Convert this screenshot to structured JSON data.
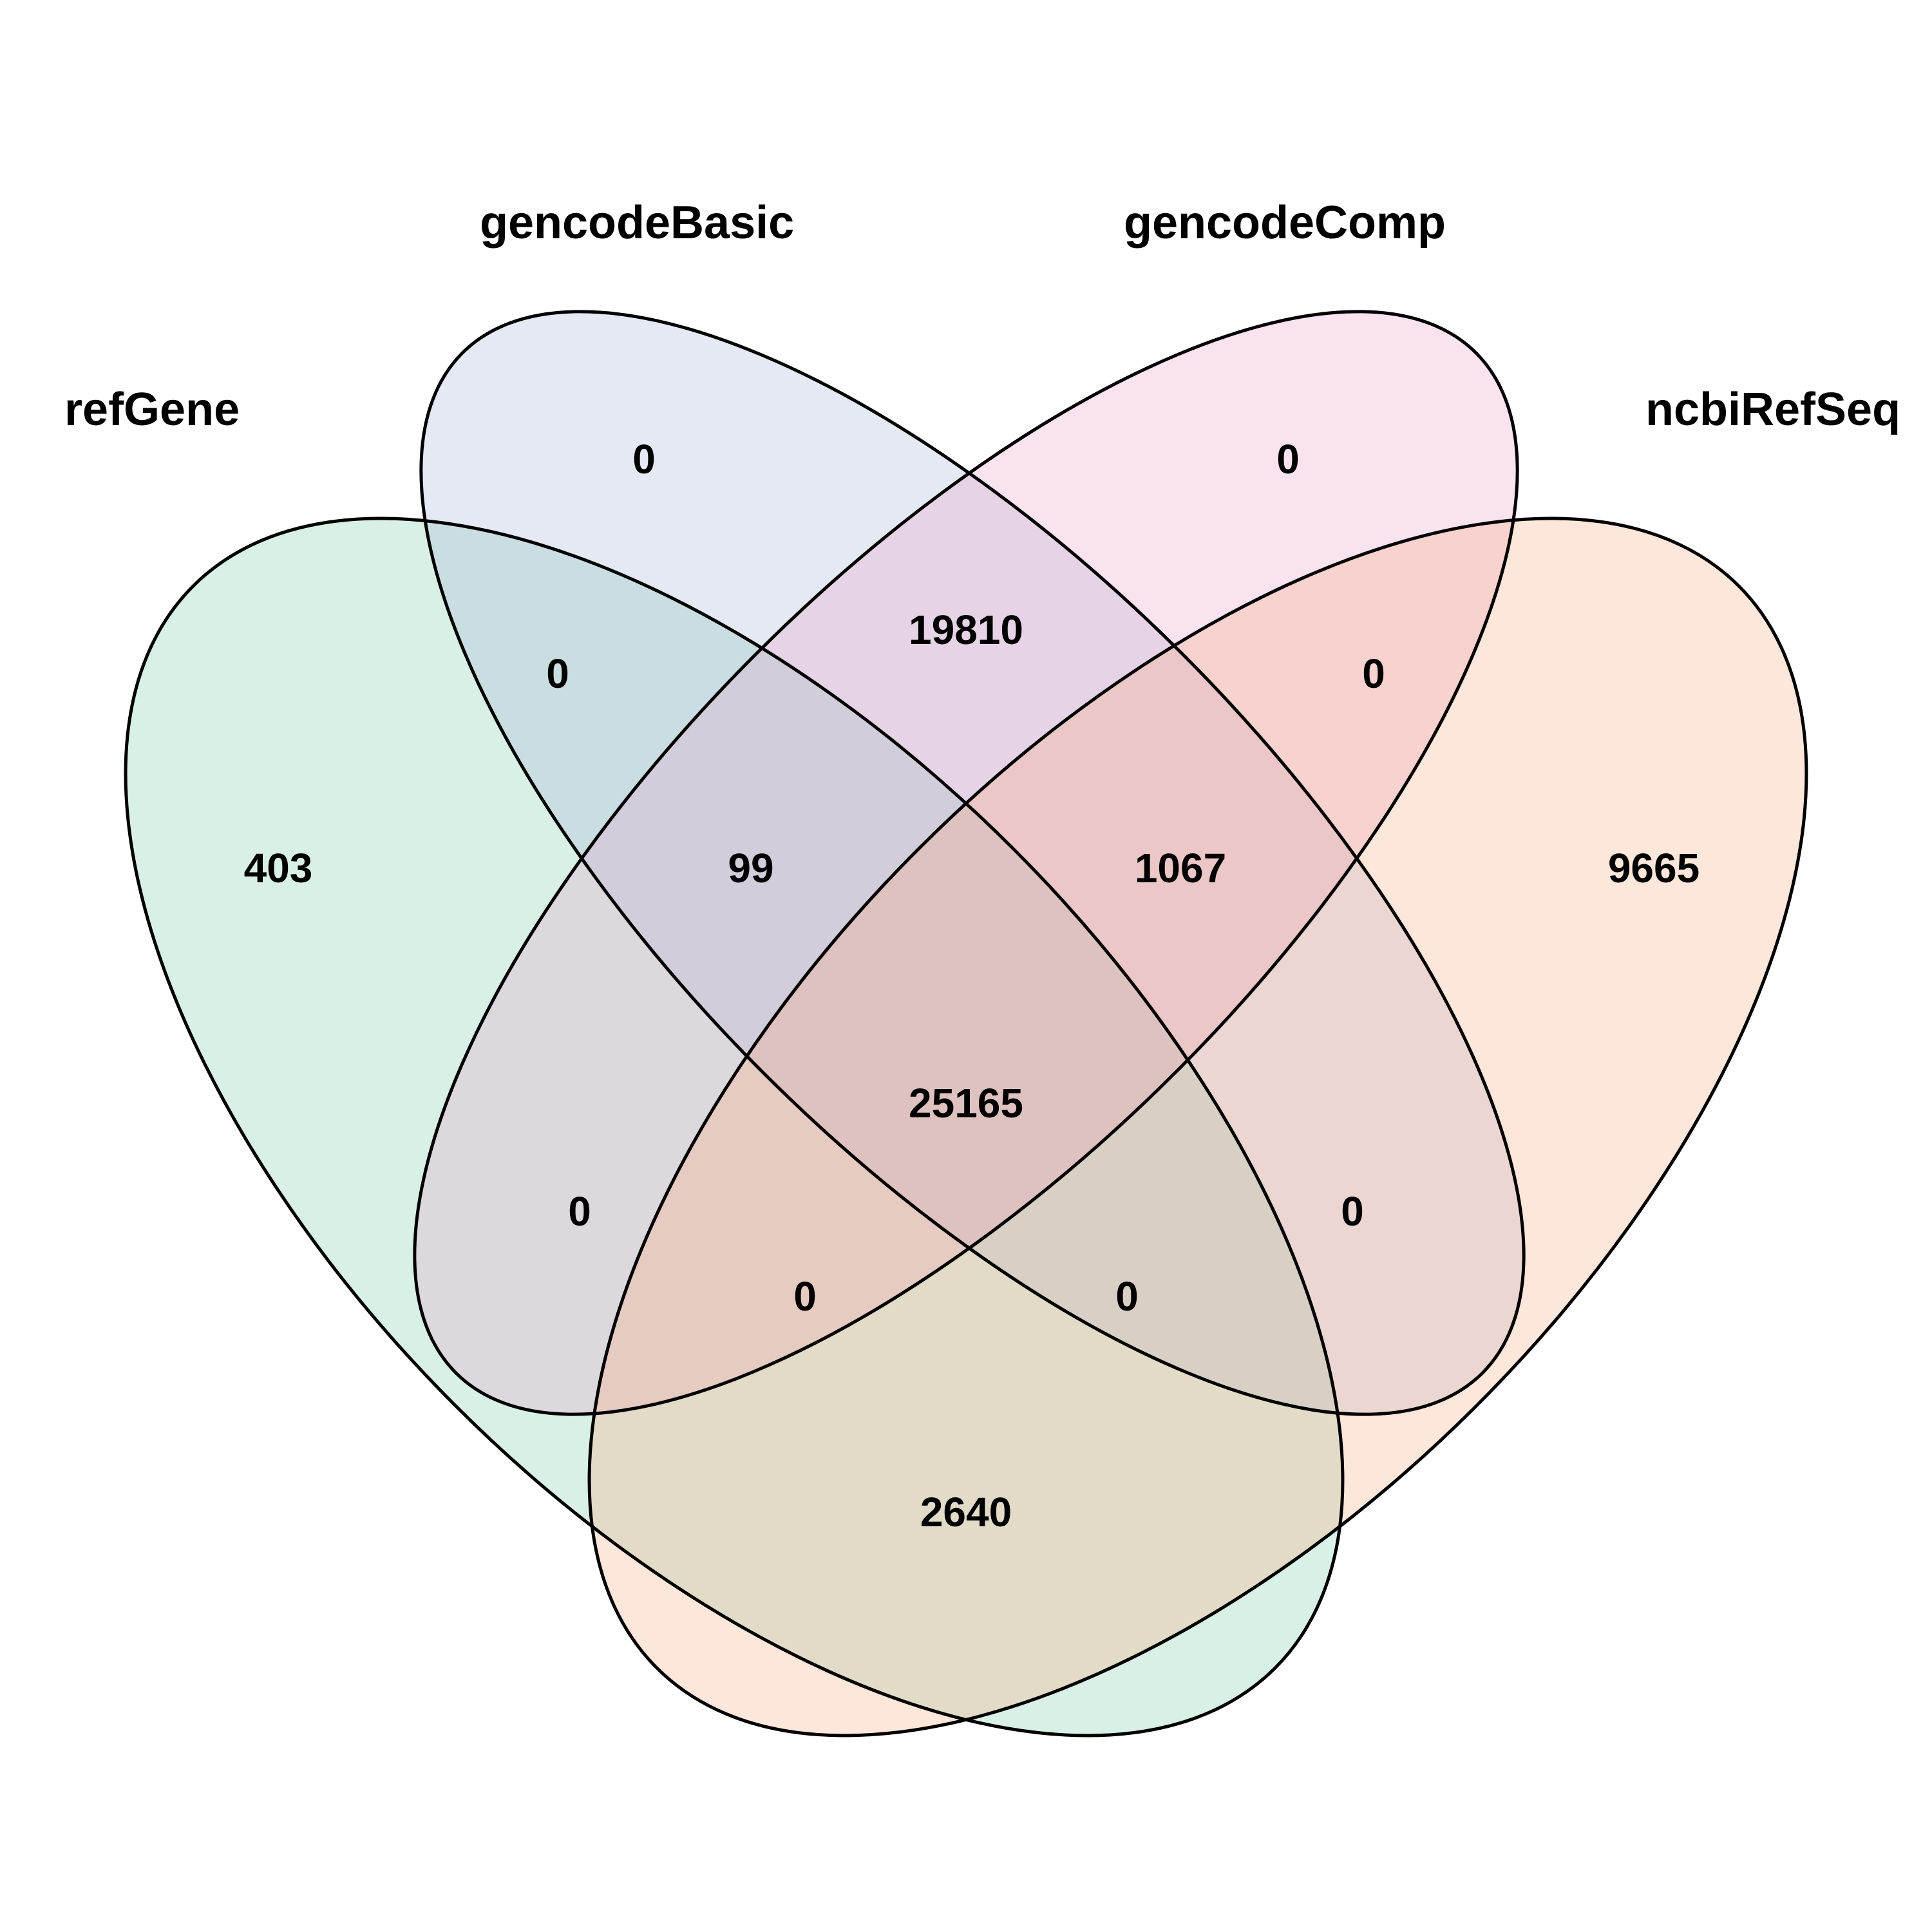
{
  "sets": [
    {
      "key": "refGene",
      "label": "refGene",
      "color": "#7fcdab"
    },
    {
      "key": "gencodeBasic",
      "label": "gencodeBasic",
      "color": "#a8b6d8"
    },
    {
      "key": "gencodeComp",
      "label": "gencodeComp",
      "color": "#e7a1c9"
    },
    {
      "key": "ncbiRefSeq",
      "label": "ncbiRefSeq",
      "color": "#f9ab86"
    }
  ],
  "regions": {
    "refGene_only": "403",
    "gencodeBasic_only": "0",
    "gencodeComp_only": "0",
    "ncbiRefSeq_only": "9665",
    "refGene_gencodeBasic": "0",
    "gencodeBasic_gencodeComp": "19810",
    "gencodeComp_ncbiRefSeq": "0",
    "refGene_gencodeBasic_gencodeComp": "99",
    "gencodeBasic_gencodeComp_ncbiRefSeq": "1067",
    "all_four": "25165",
    "refGene_gencodeComp": "0",
    "gencodeBasic_ncbiRefSeq": "0",
    "refGene_gencodeComp_ncbiRefSeq": "0",
    "refGene_gencodeBasic_ncbiRefSeq": "0",
    "refGene_ncbiRefSeq": "2640"
  }
}
